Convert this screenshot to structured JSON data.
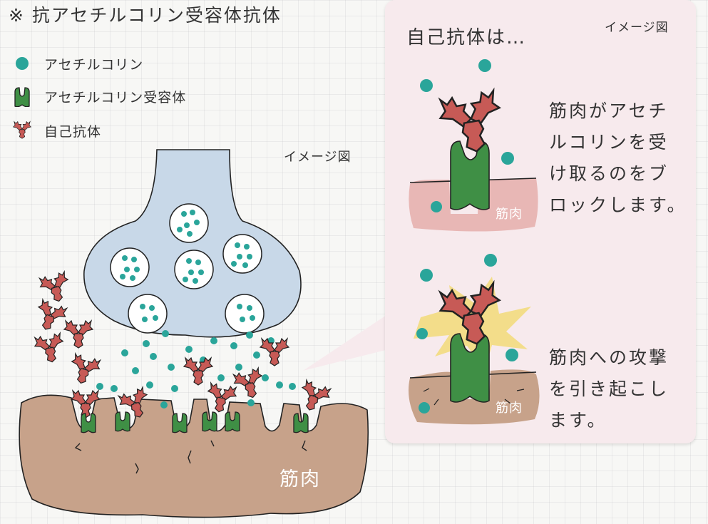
{
  "title": "※ 抗アセチルコリン受容体抗体",
  "legend": [
    {
      "icon": "acetylcholine-dot-icon",
      "label": "アセチルコリン",
      "color": "#2aa59a"
    },
    {
      "icon": "receptor-icon",
      "label": "アセチルコリン受容体",
      "color": "#3f8f45"
    },
    {
      "icon": "antibody-icon",
      "label": "自己抗体",
      "color": "#c75a56"
    }
  ],
  "main_diagram": {
    "image_label": "イメージ図",
    "muscle_label": "筋肉",
    "colors": {
      "nerve_terminal": "#c8d8e8",
      "muscle": "#c7a28a",
      "acetylcholine": "#2aa59a",
      "receptor": "#3f8f45",
      "antibody": "#c75a56"
    }
  },
  "callout": {
    "title": "自己抗体は…",
    "image_label": "イメージ図",
    "panel_color": "#f7eaed",
    "top": {
      "muscle_label": "筋肉",
      "text": "筋肉がアセチ\nルコリンを受\nけ取るのをブ\nロックします。",
      "muscle_color": "#e8b7b5"
    },
    "bottom": {
      "muscle_label": "筋肉",
      "text": "筋肉への攻撃\nを引き起こし\nます。",
      "muscle_color": "#c7a28a",
      "burst_color": "#f3dd8a"
    }
  }
}
